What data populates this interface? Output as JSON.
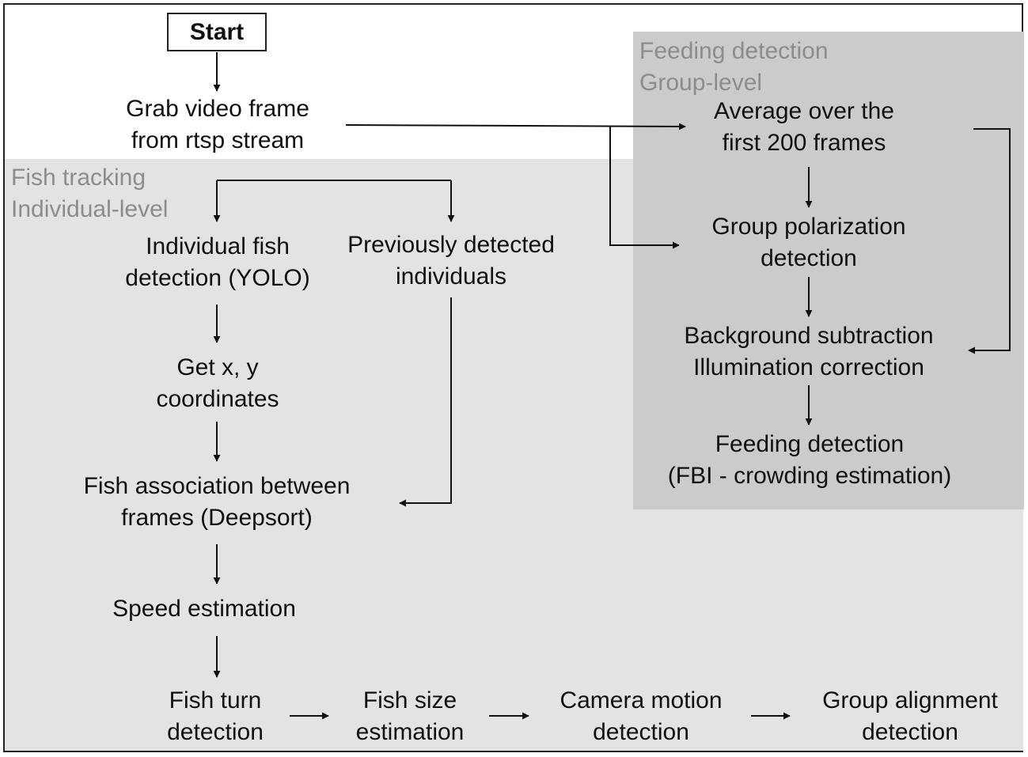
{
  "start": "Start",
  "regions": {
    "tracking": {
      "line1": "Fish tracking",
      "line2": "Individual-level"
    },
    "feeding": {
      "line1": "Feeding detection",
      "line2": "Group-level"
    }
  },
  "nodes": {
    "grab": [
      "Grab video frame",
      "from rtsp stream"
    ],
    "yolo": [
      "Individual fish",
      "detection (YOLO)"
    ],
    "previous": [
      "Previously detected",
      "individuals"
    ],
    "coords": [
      "Get x, y",
      "coordinates"
    ],
    "deepsort": [
      "Fish association between",
      "frames (Deepsort)"
    ],
    "speed": [
      "Speed estimation"
    ],
    "turn": [
      "Fish turn",
      "detection"
    ],
    "size": [
      "Fish size",
      "estimation"
    ],
    "camera": [
      "Camera motion",
      "detection"
    ],
    "alignment": [
      "Group alignment",
      "detection"
    ],
    "average": [
      "Average over the",
      "first 200 frames"
    ],
    "polarization": [
      "Group polarization",
      "detection"
    ],
    "background": [
      "Background subtraction",
      "Illumination correction"
    ],
    "feeding": [
      "Feeding detection",
      "(FBI - crowding estimation)"
    ]
  },
  "colors": {
    "tracking_bg": "#e3e3e3",
    "feeding_bg": "#cbcbcb",
    "region_label": "#8c8c8c",
    "line": "#111111"
  }
}
